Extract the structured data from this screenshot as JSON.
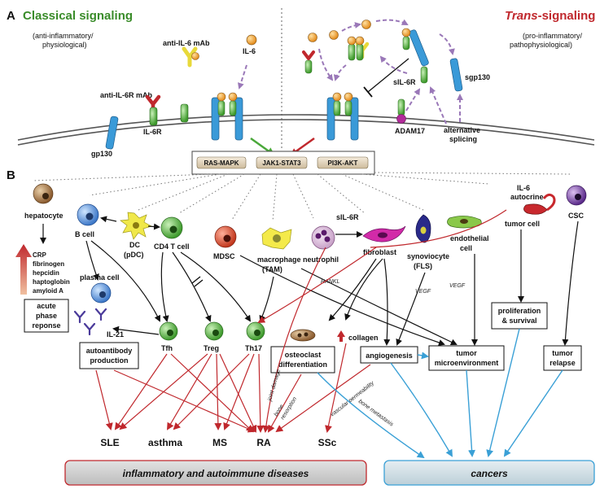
{
  "panel_a": {
    "letter": "A",
    "classical_title": "Classical signaling",
    "classical_sub1": "(anti-inflammatory/",
    "classical_sub2": "physiological)",
    "trans_title_italic": "Trans",
    "trans_title_rest": "-signaling",
    "trans_sub1": "(pro-inflammatory/",
    "trans_sub2": "pathophysiological)",
    "anti_il6_mab": "anti-IL-6 mAb",
    "il6": "IL-6",
    "anti_il6r_mab": "anti-IL-6R mAb",
    "il6r": "IL-6R",
    "gp130": "gp130",
    "sil6r": "sIL-6R",
    "sgp130": "sgp130",
    "adam17": "ADAM17",
    "alt_splicing1": "alternative",
    "alt_splicing2": "splicing",
    "pathway_ras": "RAS-MAPK",
    "pathway_jak": "JAK1-STAT3",
    "pathway_pi3k": "PI3K-AKT"
  },
  "panel_b": {
    "letter": "B",
    "cells": {
      "hepatocyte": "hepatocyte",
      "b_cell": "B cell",
      "dc1": "DC",
      "dc2": "(pDC)",
      "cd4": "CD4 T cell",
      "mdsc": "MDSC",
      "macrophage1": "macrophage",
      "macrophage2": "(TAM)",
      "neutrophil": "neutrophil",
      "sil6r": "sIL-6R",
      "fibroblast": "fibroblast",
      "synoviocyte1": "synoviocyte",
      "synoviocyte2": "(FLS)",
      "endothelial1": "endothelial",
      "endothelial2": "cell",
      "il6_autocrine1": "IL-6",
      "il6_autocrine2": "autocrine",
      "tumor_cell": "tumor cell",
      "csc": "CSC",
      "plasma_cell": "plasma cell",
      "tfh": "Tfh",
      "treg": "Treg",
      "th17": "Th17",
      "il21": "IL-21"
    },
    "acute_phase_proteins": [
      "CRP",
      "fibrinogen",
      "hepcidin",
      "haptoglobin",
      "amyloid A"
    ],
    "boxes": {
      "acute1": "acute",
      "acute2": "phase",
      "acute3": "reponse",
      "auto1": "autoantibody",
      "auto2": "production",
      "osteo1": "osteoclast",
      "osteo2": "differentiation",
      "collagen": "collagen",
      "angio": "angiogenesis",
      "tumor_micro1": "tumor",
      "tumor_micro2": "microenvironment",
      "prolif1": "proliferation",
      "prolif2": "& survival",
      "relapse1": "tumor",
      "relapse2": "relapse"
    },
    "edge_labels": {
      "rankl": "RANKL",
      "vegf1": "VEGF",
      "vegf2": "VEGF",
      "joint_damage": "joint damage",
      "bone_resorption1": "bone",
      "bone_resorption2": "resorption",
      "vascular_permeability": "vascular permeability",
      "bone_metastasis": "bone metastasis"
    },
    "diseases": [
      "SLE",
      "asthma",
      "MS",
      "RA",
      "SSc"
    ],
    "inflammatory_bar": "inflammatory and autoimmune diseases",
    "cancers_bar": "cancers"
  },
  "colors": {
    "green": "#3a8c2a",
    "red": "#c0282d",
    "blue": "#3aa0d6",
    "purple": "#8a5aa8"
  }
}
